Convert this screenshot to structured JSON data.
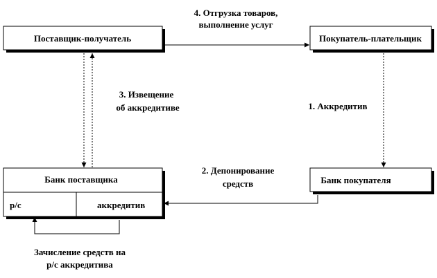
{
  "nodes": {
    "supplier": "Поставщик-получатель",
    "buyer": "Покупатель-плательщик",
    "supplier_bank": "Банк поставщика",
    "buyer_bank": "Банк покупателя",
    "account": "р/с",
    "letter_of_credit": "аккредитив"
  },
  "edges": {
    "shipment_line1": "4. Отгрузка товаров,",
    "shipment_line2": "выполнение услуг",
    "notice_line1": "3. Извещение",
    "notice_line2": "об аккредитиве",
    "letter": "1. Аккредитив",
    "deposit_line1": "2. Депонирование",
    "deposit_line2": "средств",
    "transfer_line1": "Зачисление средств на",
    "transfer_line2": "р/с аккредитива"
  },
  "colors": {
    "stroke": "#000000",
    "background": "#ffffff"
  }
}
